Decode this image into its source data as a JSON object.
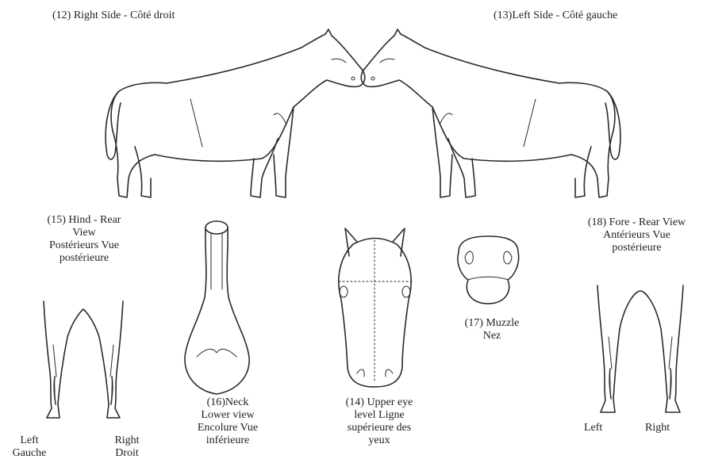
{
  "views": {
    "right_side": "(12) Right Side -  Côté droit",
    "left_side": "(13)Left Side - Côté gauche",
    "hind_rear": [
      "(15) Hind - Rear",
      "View",
      "Postérieurs Vue",
      "postérieure"
    ],
    "neck": [
      "(16)Neck",
      "Lower view",
      "Encolure Vue",
      "inférieure"
    ],
    "upper_eye": [
      "(14) Upper eye",
      "level Ligne",
      "supérieure des",
      "yeux"
    ],
    "muzzle": [
      "(17) Muzzle",
      "Nez"
    ],
    "fore_rear": [
      "(18) Fore - Rear View",
      "Antérieurs Vue",
      "postérieure"
    ]
  },
  "leg_labels": {
    "hind_left": [
      "Left",
      "Gauche"
    ],
    "hind_right": [
      "Right",
      "Droit"
    ],
    "fore_left": "Left",
    "fore_right": "Right"
  }
}
